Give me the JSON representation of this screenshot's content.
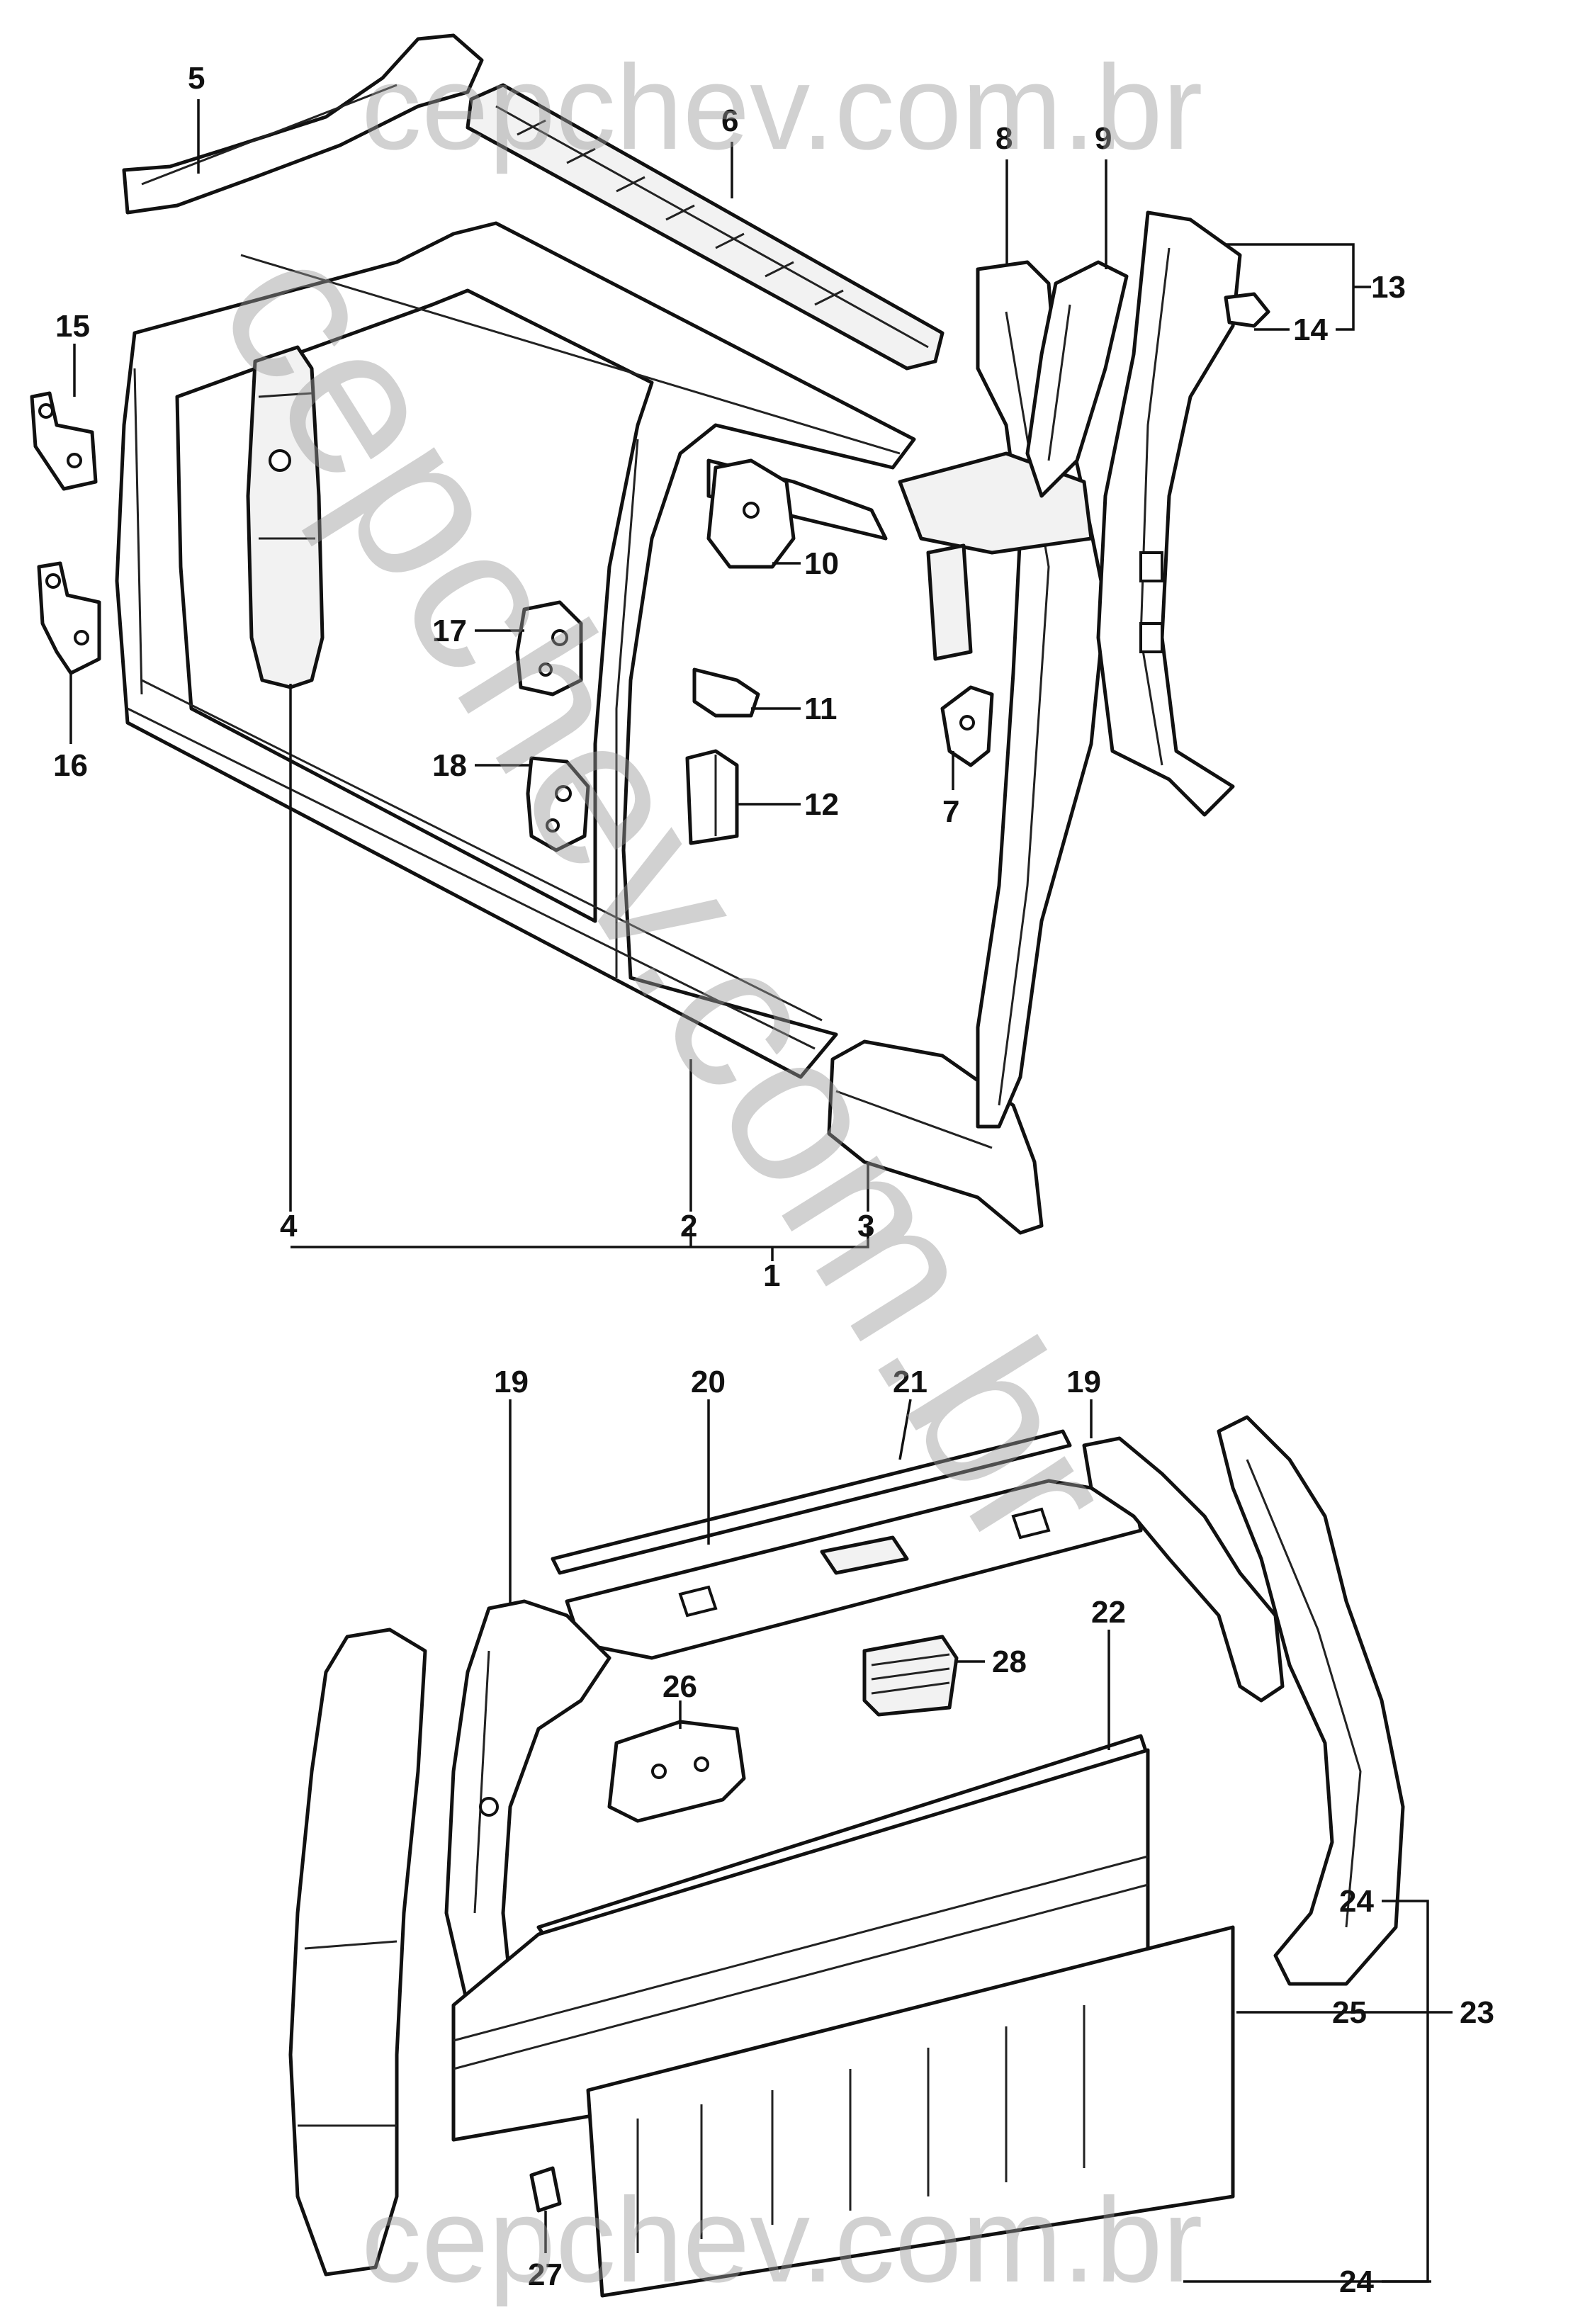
{
  "watermark": {
    "text": "cepchev.com.br"
  },
  "callouts": {
    "c1": "1",
    "c2": "2",
    "c3": "3",
    "c4": "4",
    "c5": "5",
    "c6": "6",
    "c7": "7",
    "c8": "8",
    "c9": "9",
    "c10": "10",
    "c11": "11",
    "c12": "12",
    "c13": "13",
    "c14": "14",
    "c15": "15",
    "c16": "16",
    "c17": "17",
    "c18": "18",
    "c19a": "19",
    "c19b": "19",
    "c20": "20",
    "c21": "21",
    "c22": "22",
    "c23": "23",
    "c24a": "24",
    "c24b": "24",
    "c25": "25",
    "c26": "26",
    "c27": "27",
    "c28": "28"
  }
}
